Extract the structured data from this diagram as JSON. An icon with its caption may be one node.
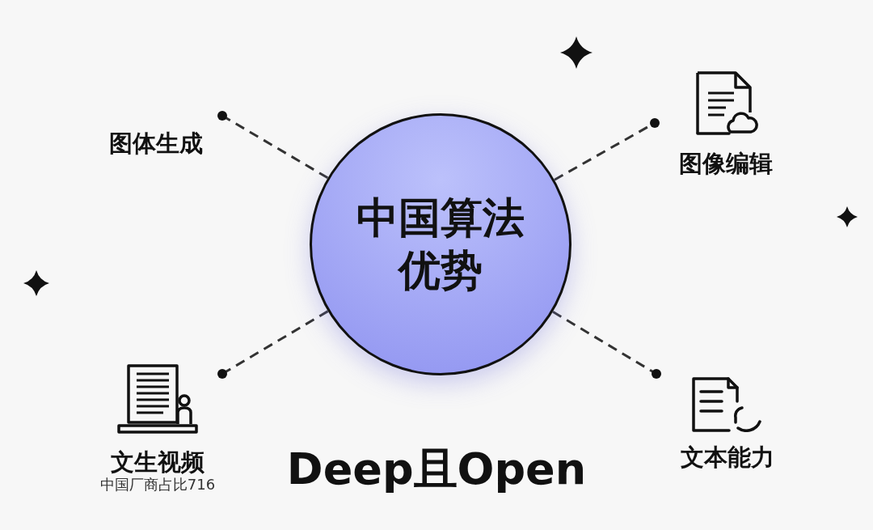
{
  "diagram": {
    "nodes": [
      {
        "text": [
          "中国算法优势"
        ]
      },
      {
        "text": [
          "图体生成"
        ]
      },
      {
        "text": [
          "图像编辑"
        ]
      },
      {
        "text": [
          "文生视频",
          "中国厂商占比716"
        ]
      },
      {
        "text": [
          "文本能力"
        ]
      }
    ],
    "edges": [
      {
        "from": 0,
        "to": 1,
        "arrow": "other",
        "style": "dashed"
      },
      {
        "from": 0,
        "to": 2,
        "arrow": "other",
        "style": "dashed"
      },
      {
        "from": 0,
        "to": 3,
        "arrow": "other",
        "style": "dashed"
      },
      {
        "from": 0,
        "to": 4,
        "arrow": "other",
        "style": "dashed"
      }
    ],
    "labels": [
      "Deep且Open"
    ]
  }
}
